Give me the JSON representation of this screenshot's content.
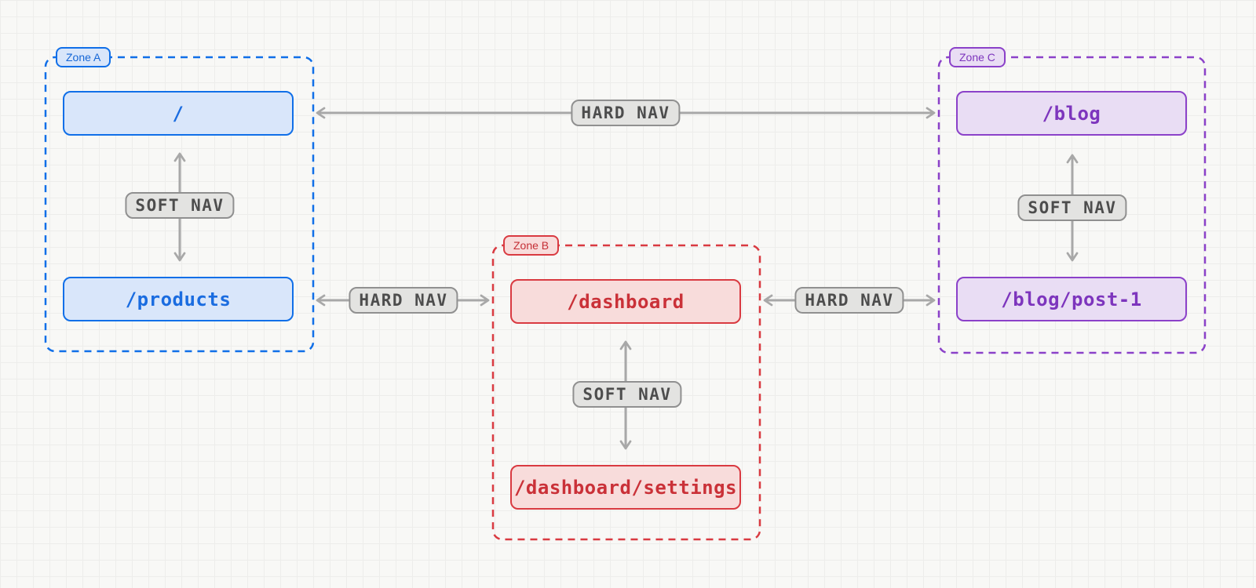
{
  "diagram": {
    "title_hint": "multi-zone routing navigation diagram",
    "zones": [
      {
        "label": "Zone A",
        "border_color": "#106fe8",
        "fill_color": "#d9e6fa",
        "nodes": [
          {
            "label": "/"
          },
          {
            "label": "/products"
          }
        ]
      },
      {
        "label": "Zone B",
        "border_color": "#d93a41",
        "fill_color": "#f8dcdb",
        "nodes": [
          {
            "label": "/dashboard"
          },
          {
            "label": "/dashboard/settings"
          }
        ]
      },
      {
        "label": "Zone C",
        "border_color": "#8b41c9",
        "fill_color": "#e9ddf4",
        "nodes": [
          {
            "label": "/blog"
          },
          {
            "label": "/blog/post-1"
          }
        ]
      }
    ],
    "edges": [
      {
        "label": "HARD NAV",
        "type": "hard",
        "from": "/",
        "to": "/blog",
        "direction": "both"
      },
      {
        "label": "SOFT NAV",
        "type": "soft",
        "from": "/",
        "to": "/products",
        "direction": "both"
      },
      {
        "label": "HARD NAV",
        "type": "hard",
        "from": "/products",
        "to": "/dashboard",
        "direction": "both"
      },
      {
        "label": "SOFT NAV",
        "type": "soft",
        "from": "/dashboard",
        "to": "/dashboard/settings",
        "direction": "both"
      },
      {
        "label": "HARD NAV",
        "type": "hard",
        "from": "/dashboard",
        "to": "/blog/post-1",
        "direction": "both"
      },
      {
        "label": "SOFT NAV",
        "type": "soft",
        "from": "/blog",
        "to": "/blog/post-1",
        "direction": "both"
      }
    ],
    "style": {
      "arrow_color": "#a8a8a8",
      "edge_label_bg": "#e3e3e1",
      "edge_label_border": "#909090",
      "edge_label_text": "#4d4d4d",
      "background": "#f8f8f6",
      "grid_line": "#ededeb"
    }
  }
}
